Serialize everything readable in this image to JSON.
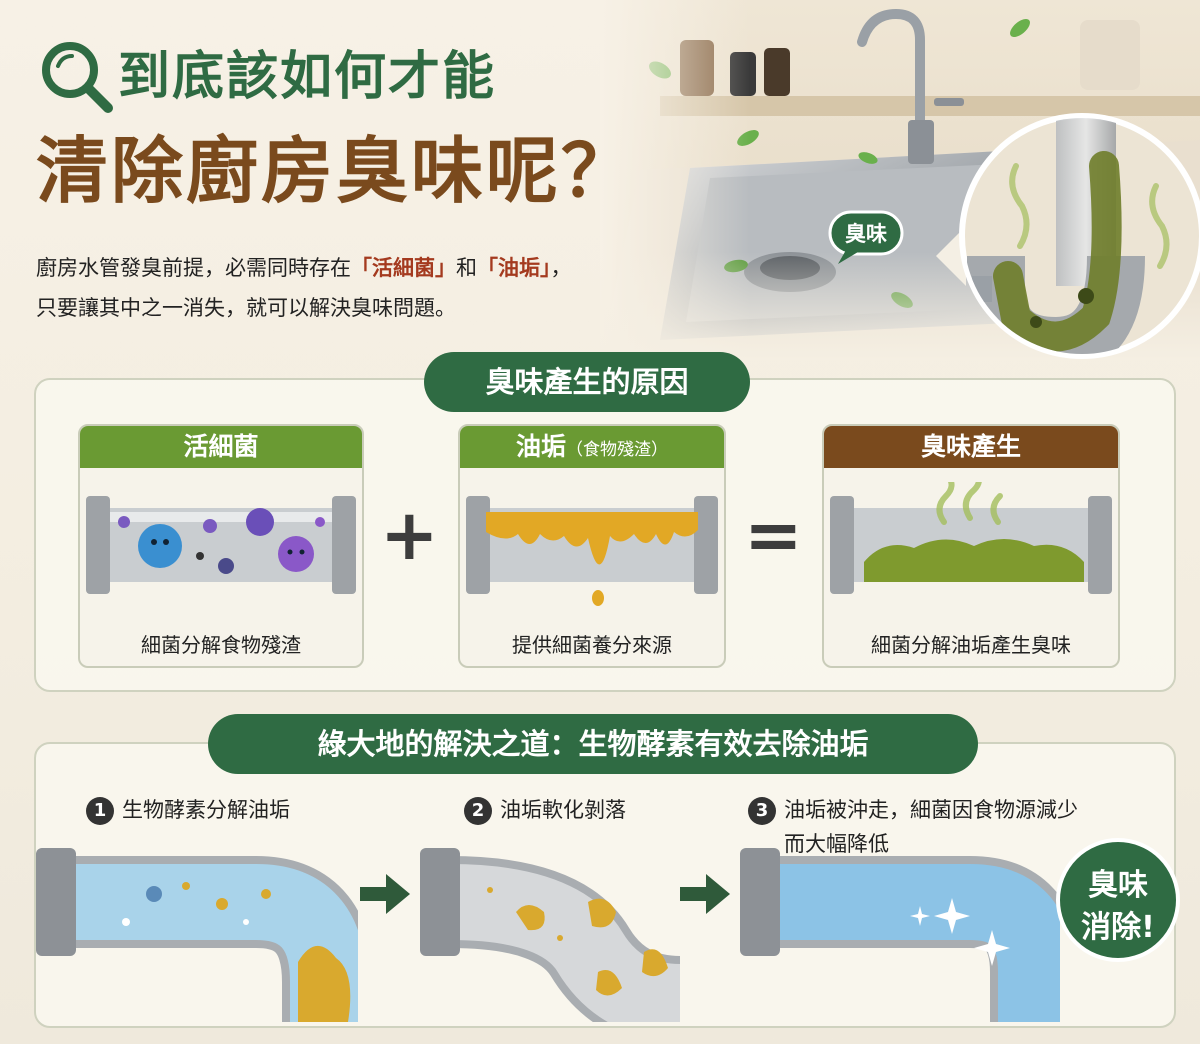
{
  "title": {
    "line1": "到底該如何才能",
    "line2": "清除廚房臭味呢？"
  },
  "intro": {
    "line1_a": "廚房水管發臭前提，必需同時存在",
    "line1_hl1": "「活細菌」",
    "line1_b": "和",
    "line1_hl2": "「油垢」",
    "line1_c": "，",
    "line2": "只要讓其中之一消失，就可以解決臭味問題。"
  },
  "hero": {
    "bubble": "臭味"
  },
  "causes": {
    "title": "臭味產生的原因",
    "plus": "+",
    "equals": "=",
    "cards": [
      {
        "title": "活細菌",
        "caption": "細菌分解食物殘渣",
        "color": "#6a9a33"
      },
      {
        "title": "油垢",
        "subtitle": "（食物殘渣）",
        "caption": "提供細菌養分來源",
        "color": "#6a9a33"
      },
      {
        "title": "臭味產生",
        "caption": "細菌分解油垢產生臭味",
        "color": "#7a4a1d"
      }
    ]
  },
  "solution": {
    "title": "綠大地的解決之道：生物酵素有效去除油垢",
    "steps": [
      {
        "num": "1",
        "text": "生物酵素分解油垢"
      },
      {
        "num": "2",
        "text": "油垢軟化剝落"
      },
      {
        "num": "3",
        "text": "油垢被沖走，細菌因食物源減少",
        "text2": "而大幅降低"
      }
    ],
    "badge_line1": "臭味",
    "badge_line2": "消除!"
  },
  "colors": {
    "brand_green": "#2f6b43",
    "brand_brown": "#7a4a1d",
    "highlight_red": "#a43a1f",
    "card_green": "#6a9a33"
  }
}
